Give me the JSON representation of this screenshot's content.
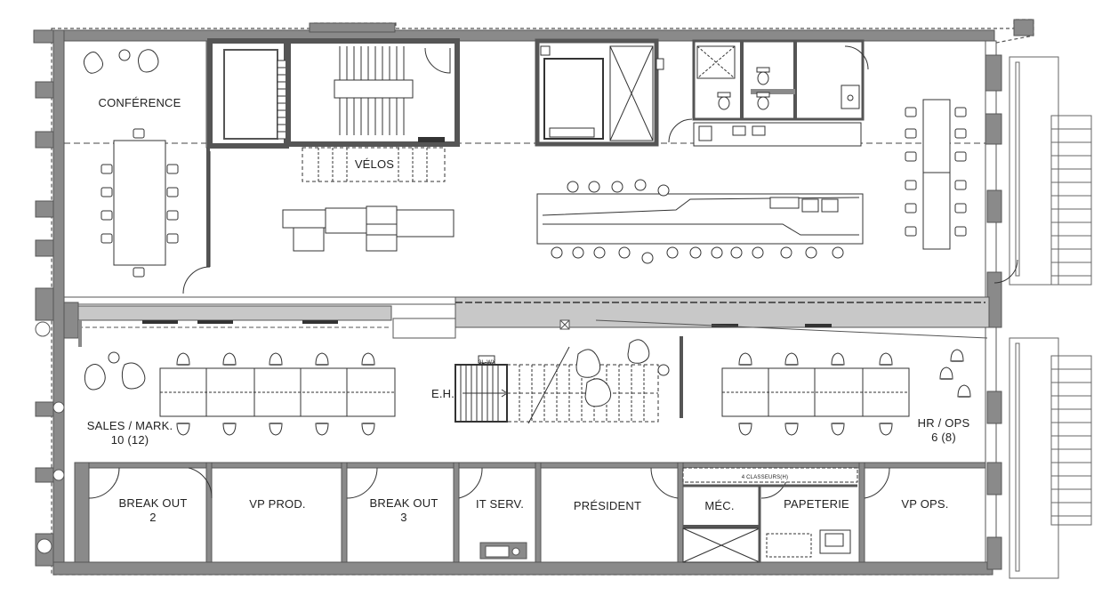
{
  "plan": {
    "rooms": {
      "conference": "CONFÉRENCE",
      "velos": "VÉLOS",
      "sales_line1": "SALES / MARK.",
      "sales_line2": "10 (12)",
      "hr_line1": "HR / OPS",
      "hr_line2": "6 (8)",
      "eh": "E.H.",
      "break_out_2_line1": "BREAK OUT",
      "break_out_2_line2": "2",
      "vp_prod": "VP PROD.",
      "break_out_3_line1": "BREAK OUT",
      "break_out_3_line2": "3",
      "it_serv": "IT SERV.",
      "president": "PRÉSIDENT",
      "mec": "MÉC.",
      "papeterie": "PAPETERIE",
      "vp_ops": "VP OPS."
    },
    "small_labels": {
      "classeurs": "4 CLASSEURS(H)",
      "stair_tag": "3L-WX"
    },
    "colors": {
      "wall": "#555555",
      "wall_fill": "#8a8a8a",
      "corridor": "#c8c8c8",
      "line": "#333333",
      "background": "#ffffff"
    }
  }
}
